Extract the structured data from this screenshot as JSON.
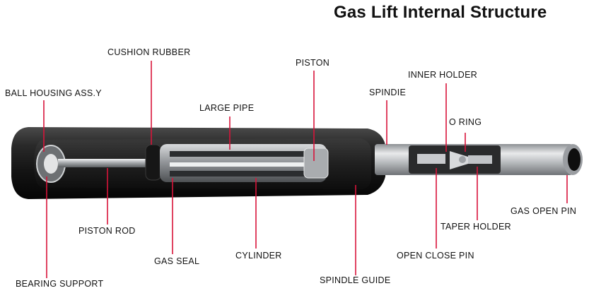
{
  "title": "Gas Lift Internal Structure",
  "labels": {
    "cushion_rubber": "CUSHION RUBBER",
    "piston": "PISTON",
    "inner_holder": "INNER HOLDER",
    "ball_housing": "BALL HOUSING ASS.Y",
    "spindie": "SPINDIE",
    "large_pipe": "LARGE PIPE",
    "o_ring": "O RING",
    "gas_open_pin": "GAS OPEN PIN",
    "taper_holder": "TAPER HOLDER",
    "piston_rod": "PISTON ROD",
    "open_close_pin": "OPEN CLOSE PIN",
    "gas_seal": "GAS SEAL",
    "cylinder": "CYLINDER",
    "bearing_support": "BEARING SUPPORT",
    "spindle_guide": "SPINDLE GUIDE"
  },
  "colors": {
    "leader_line": "#d8143a",
    "outer_tube": "#1c1c1c",
    "metal": "#b9bcc0",
    "spindle": "#c9ccd0"
  }
}
